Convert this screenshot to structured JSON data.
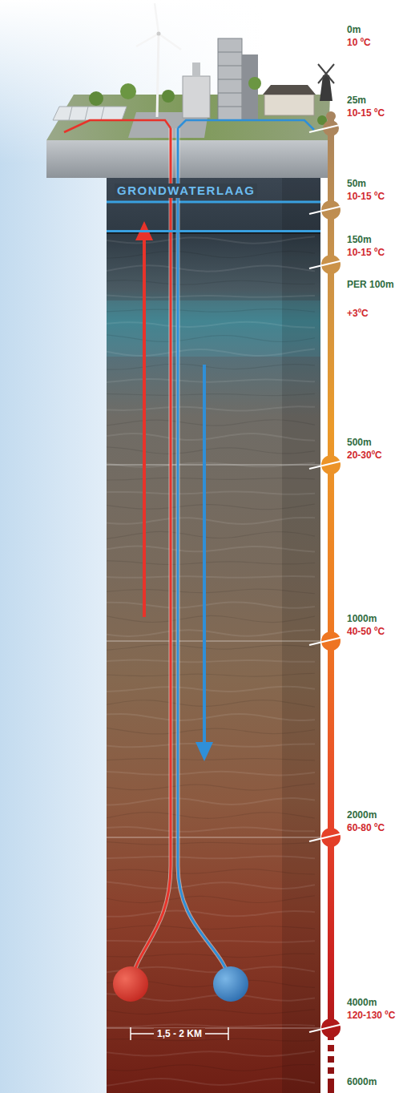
{
  "diagram": {
    "nodes": [
      {
        "text": [
          "GRONDWATERLAAG"
        ]
      }
    ],
    "labels": [
      "0m",
      "10 ºC",
      "25m",
      "10-15 ºC",
      "50m",
      "10-15 ºC",
      "150m",
      "10-15 ºC",
      "PER 100m",
      "+3ºC",
      "500m",
      "20-30ºC",
      "1000m",
      "40-50 ºC",
      "2000m",
      "60-80 ºC",
      "4000m",
      "120-130 ºC",
      "1,5 - 2 KM",
      "6000m"
    ]
  }
}
